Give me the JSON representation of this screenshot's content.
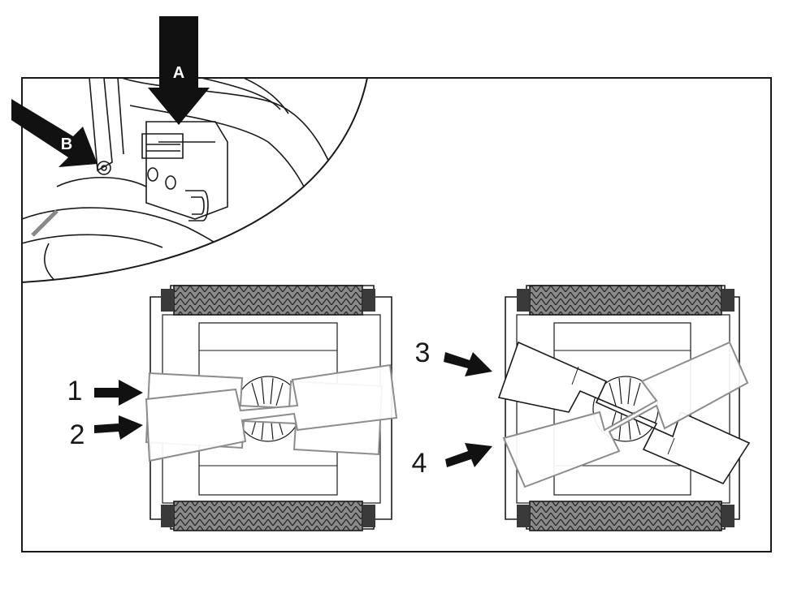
{
  "labels": {
    "arrow_a": "A",
    "arrow_b": "B",
    "step_1": "1",
    "step_2": "2",
    "step_3": "3",
    "step_4": "4"
  },
  "colors": {
    "outline": "#1a1a1a",
    "arrow": "#111111",
    "roller": "#7a7a7a",
    "roller_dark": "#3a3a3a",
    "filter_outline": "#8c8c8c",
    "background": "#ffffff"
  },
  "icons": {
    "main_arrow": "arrow-down-icon",
    "side_arrow": "arrow-right-icon"
  }
}
